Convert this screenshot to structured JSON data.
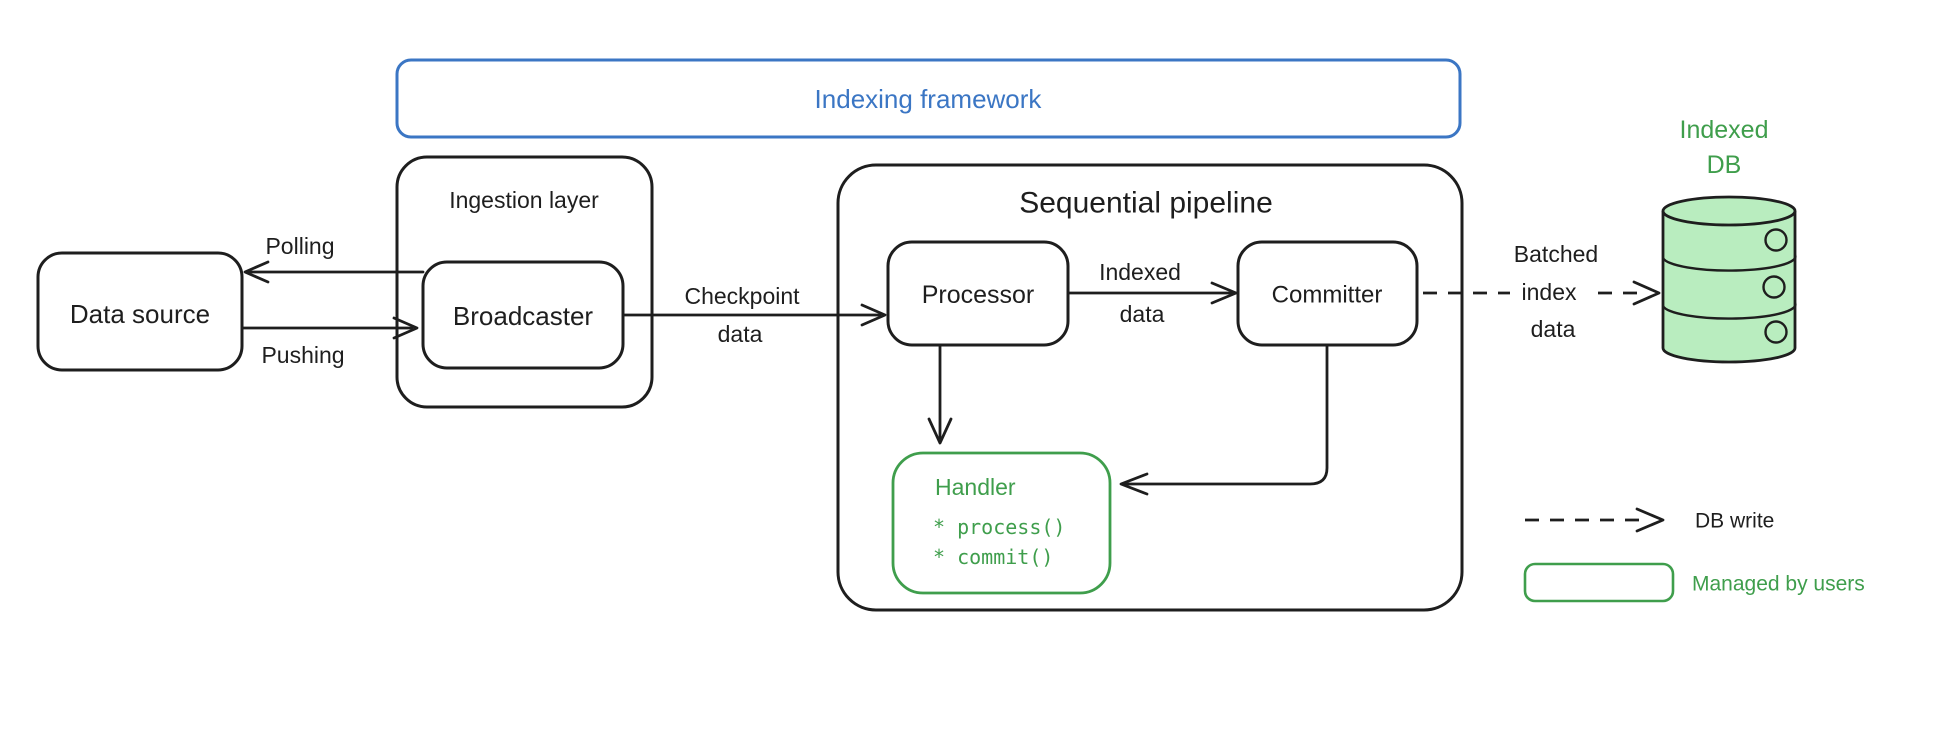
{
  "colors": {
    "ink": "#1e1e1e",
    "blue": "#3b76c4",
    "green": "#3f9e4c",
    "green_fill": "#b9edbf"
  },
  "framework": {
    "title": "Indexing framework"
  },
  "nodes": {
    "data_source": {
      "label": "Data source"
    },
    "ingestion_layer": {
      "label": "Ingestion layer"
    },
    "broadcaster": {
      "label": "Broadcaster"
    },
    "sequential_pipeline": {
      "label": "Sequential pipeline"
    },
    "processor": {
      "label": "Processor"
    },
    "committer": {
      "label": "Committer"
    },
    "handler": {
      "label": "Handler",
      "methods": [
        "* process()",
        "* commit()"
      ]
    },
    "indexed_db": {
      "line1": "Indexed",
      "line2": "DB"
    }
  },
  "edges": {
    "polling": {
      "label": "Polling"
    },
    "pushing": {
      "label": "Pushing"
    },
    "checkpoint": {
      "line1": "Checkpoint",
      "line2": "data"
    },
    "indexed": {
      "line1": "Indexed",
      "line2": "data"
    },
    "batched": {
      "line1": "Batched",
      "line2": "index",
      "line3": "data"
    }
  },
  "legend": {
    "db_write": "DB write",
    "managed_by_users": "Managed by users"
  }
}
